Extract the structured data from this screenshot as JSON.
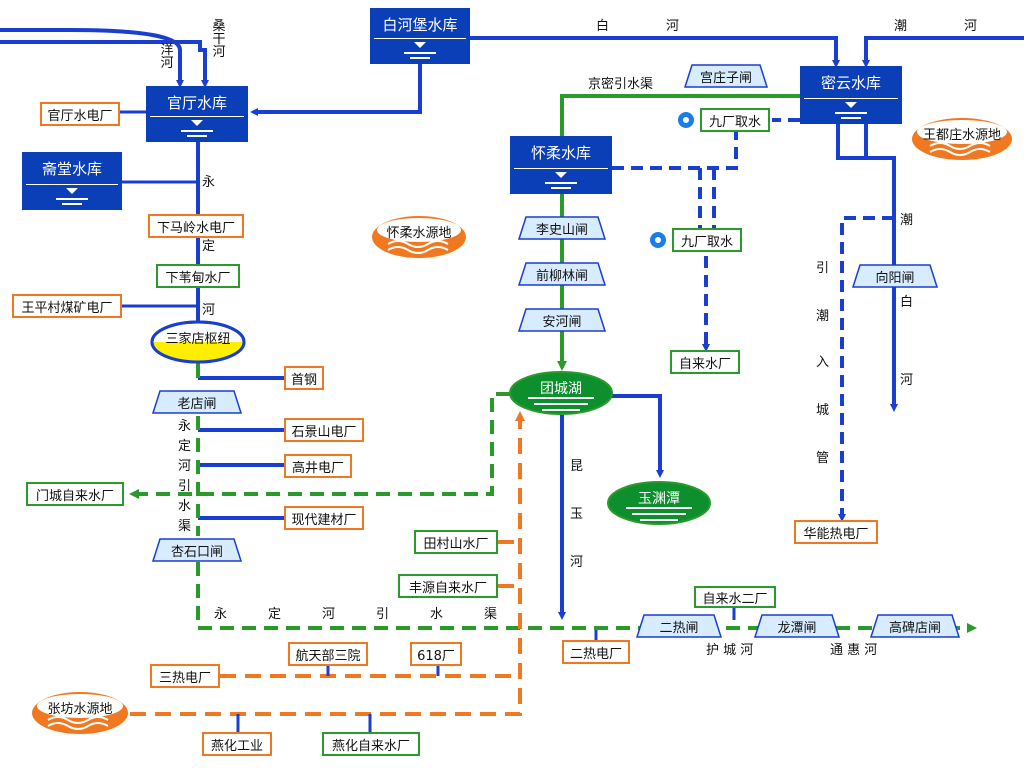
{
  "reservoirs": {
    "baihebao": "白河堡水库",
    "guanting": "官厅水库",
    "zhaitang": "斋堂水库",
    "huairou": "怀柔水库",
    "miyun": "密云水库"
  },
  "rivers": {
    "yanghe": "洋河",
    "sangganhe": "桑干河",
    "bai_1": "白",
    "bai_2": "河",
    "chao_1": "潮",
    "chao_2": "河",
    "yongding_1": "永",
    "yongding_2": "定",
    "yongding_3": "河",
    "jingmi": "京密引水渠",
    "chaobai_1": "潮",
    "chaobai_2": "白",
    "chaobai_3": "河",
    "yinchao_1": "引",
    "yinchao_2": "潮",
    "yinchao_3": "入",
    "yinchao_4": "城",
    "yinchao_5": "管",
    "ydyq_v_1": "永",
    "ydyq_v_2": "定",
    "ydyq_v_3": "河",
    "ydyq_v_4": "引",
    "ydyq_v_5": "水",
    "ydyq_v_6": "渠",
    "ydyq_h_1": "永",
    "ydyq_h_2": "定",
    "ydyq_h_3": "河",
    "ydyq_h_4": "引",
    "ydyq_h_5": "水",
    "ydyq_h_6": "渠",
    "kunyu_1": "昆",
    "kunyu_2": "玉",
    "kunyu_3": "河",
    "hucheng": "护 城 河",
    "tonghui": "通 惠 河"
  },
  "facilities": {
    "guanting_hydro": "官厅水电厂",
    "xiamaling": "下马岭水电厂",
    "xiaweidian": "下苇甸水厂",
    "wangpingcun": "王平村煤矿电厂",
    "sanjiadian": "三家店枢纽",
    "shougang": "首钢",
    "laodianzha": "老店闸",
    "shijingshan": "石景山电厂",
    "gaojing": "高井电厂",
    "xiandai": "现代建材厂",
    "xingshikou": "杏石口闸",
    "mencheng": "门城自来水厂",
    "tiancunshan": "田村山水厂",
    "fengyuan": "丰源自来水厂",
    "hangtian": "航天部三院",
    "plant618": "618厂",
    "sanre": "三热电厂",
    "zhangfang": "张坊水源地",
    "yanhua_ind": "燕化工业",
    "yanhua_water": "燕化自来水厂",
    "gongzhuangzi": "宫庄子闸",
    "jiuchang_1": "九厂取水",
    "jiuchang_2": "九厂取水",
    "wangduzhuang": "王都庄水源地",
    "huairou_src": "怀柔水源地",
    "lishishan": "李史山闸",
    "qianliulin": "前柳林闸",
    "anhe": "安河闸",
    "tuanchenghu": "团城湖",
    "yuyuantan": "玉渊潭",
    "ziliaishui": "自来水厂",
    "xiangyang": "向阳闸",
    "huaneng": "华能热电厂",
    "erre_plant": "二热电厂",
    "erre_gate": "二热闸",
    "ziliaishui2": "自来水二厂",
    "longtan": "龙潭闸",
    "gaobeidian": "高碑店闸"
  },
  "colors": {
    "reservoir_blue": "#0b3fb8",
    "river_blue": "#1a3fd0",
    "canal_green": "#2a9a2a",
    "supply_orange": "#f07820",
    "hub_yellow": "#ffee00"
  }
}
